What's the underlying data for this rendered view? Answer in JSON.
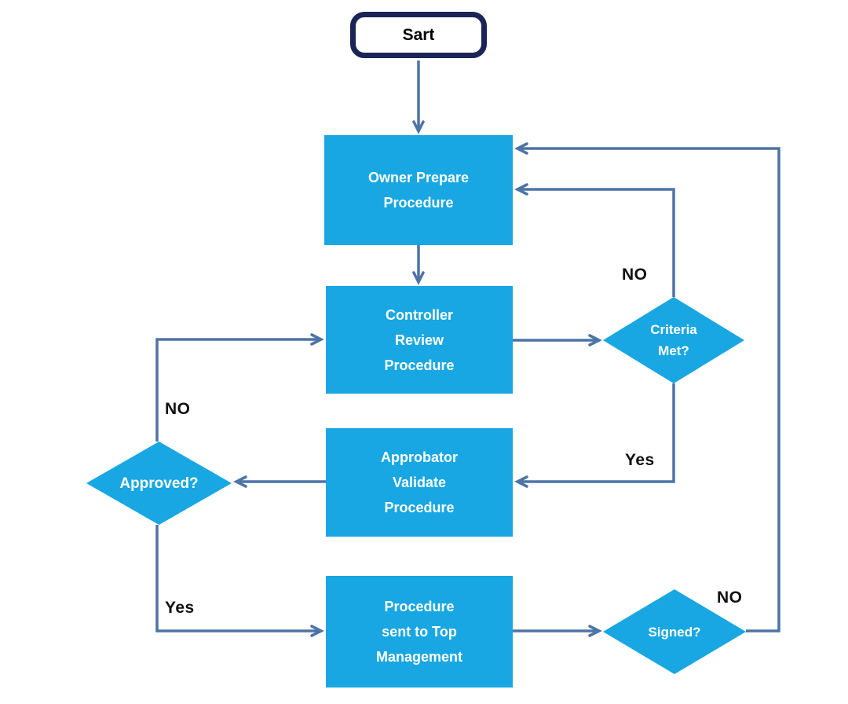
{
  "diagram": {
    "nodes": {
      "start": {
        "label": "Sart"
      },
      "owner": {
        "label": [
          "Owner Prepare",
          "Procedure"
        ]
      },
      "controller": {
        "label": [
          "Controller",
          "Review",
          "Procedure"
        ]
      },
      "criteria": {
        "label": [
          "Criteria",
          "Met?"
        ]
      },
      "approbator": {
        "label": [
          "Approbator",
          "Validate",
          "Procedure"
        ]
      },
      "approved": {
        "label": "Approved?"
      },
      "top_mgmt": {
        "label": [
          "Procedure",
          "sent to Top",
          "Management"
        ]
      },
      "signed": {
        "label": "Signed?"
      }
    },
    "edge_labels": {
      "criteria_no": "NO",
      "criteria_yes": "Yes",
      "approved_no": "NO",
      "approved_yes": "Yes",
      "signed_no": "NO"
    },
    "colors": {
      "node_fill": "#18a7e2",
      "node_text": "#ffffff",
      "start_border": "#1a2456",
      "start_fill": "#ffffff",
      "start_text": "#000000",
      "connector": "#4d74a6",
      "edge_label_text": "#111111"
    }
  }
}
